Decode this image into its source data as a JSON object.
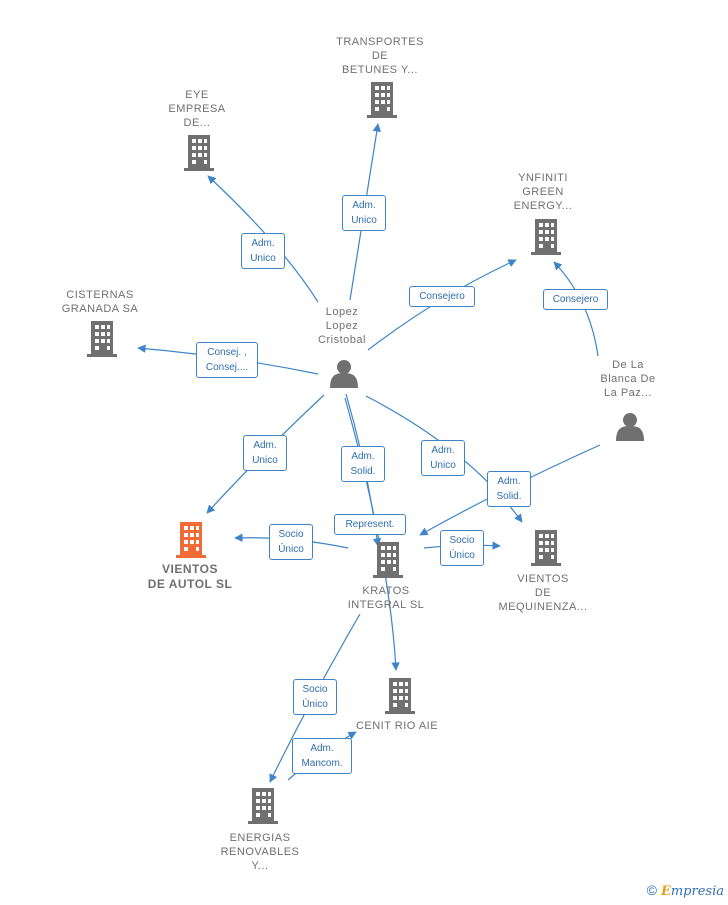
{
  "nodes": {
    "transportes": {
      "lines": [
        "TRANSPORTES",
        "DE",
        "BETUNES Y..."
      ]
    },
    "eye": {
      "lines": [
        "EYE",
        "EMPRESA",
        "DE..."
      ]
    },
    "ynfiniti": {
      "lines": [
        "YNFINITI",
        "GREEN",
        "ENERGY..."
      ]
    },
    "cisternas": {
      "lines": [
        "CISTERNAS",
        "GRANADA SA"
      ]
    },
    "lopez": {
      "lines": [
        "Lopez",
        "Lopez",
        "Cristobal"
      ]
    },
    "delablanca": {
      "lines": [
        "De La",
        "Blanca De",
        "La Paz..."
      ]
    },
    "vientos_autol": {
      "lines": [
        "VIENTOS",
        "DE AUTOL  SL"
      ]
    },
    "kratos": {
      "lines": [
        "KRATOS",
        "INTEGRAL SL"
      ]
    },
    "vientos_mequinenza": {
      "lines": [
        "VIENTOS",
        "DE",
        "MEQUINENZA..."
      ]
    },
    "cenit": {
      "lines": [
        "CENIT RIO AIE"
      ]
    },
    "energias": {
      "lines": [
        "ENERGIAS",
        "RENOVABLES",
        "Y..."
      ]
    }
  },
  "edge_labels": {
    "adm_unico_transportes": [
      "Adm.",
      "Unico"
    ],
    "adm_unico_eye": [
      "Adm.",
      "Unico"
    ],
    "consejero_ynfiniti_lopez": [
      "Consejero"
    ],
    "consejero_ynfiniti_blanca": [
      "Consejero"
    ],
    "consej_cisternas": [
      "Consej. ,",
      "Consej...."
    ],
    "adm_unico_autol": [
      "Adm.",
      "Unico"
    ],
    "adm_solid_lopez": [
      "Adm.",
      "Solid."
    ],
    "adm_unico_mequinenza": [
      "Adm.",
      "Unico"
    ],
    "adm_solid_blanca": [
      "Adm.",
      "Solid."
    ],
    "represent": [
      "Represent."
    ],
    "socio_unico_autol": [
      "Socio",
      "Único"
    ],
    "socio_unico_mequinenza": [
      "Socio",
      "Único"
    ],
    "socio_unico_energias": [
      "Socio",
      "Único"
    ],
    "adm_mancom": [
      "Adm.",
      "Mancom."
    ]
  },
  "colors": {
    "edge": "#3d85c6",
    "building": "#707070",
    "highlight_building": "#f26a35",
    "person": "#707070"
  },
  "icons": {
    "company": "building-icon",
    "person": "person-icon"
  },
  "footer": {
    "copyright": "©",
    "brand_initial": "E",
    "brand_rest": "mpresia"
  }
}
